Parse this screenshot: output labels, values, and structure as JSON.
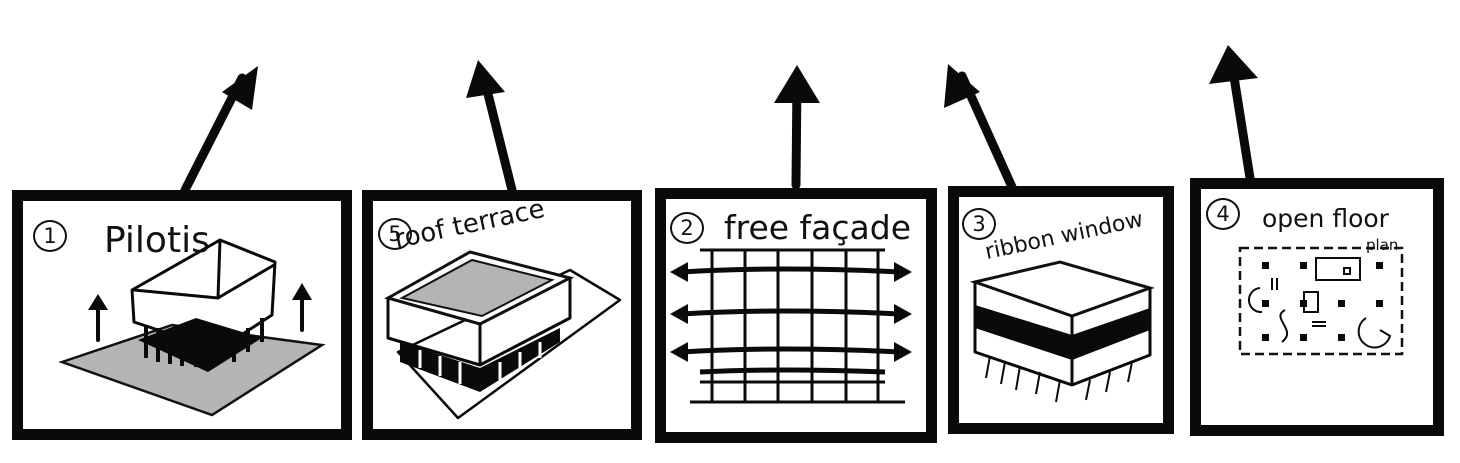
{
  "panels": [
    {
      "number": "1",
      "title": "Pilotis"
    },
    {
      "number": "5",
      "title": "roof terrace"
    },
    {
      "number": "2",
      "title": "free façade"
    },
    {
      "number": "3",
      "title": "ribbon window"
    },
    {
      "number": "4",
      "title": "open floor",
      "subtitle": "plan"
    }
  ],
  "colors": {
    "ink": "#0a0a0a",
    "shade": "#b4b4b4",
    "paper": "#ffffff"
  }
}
